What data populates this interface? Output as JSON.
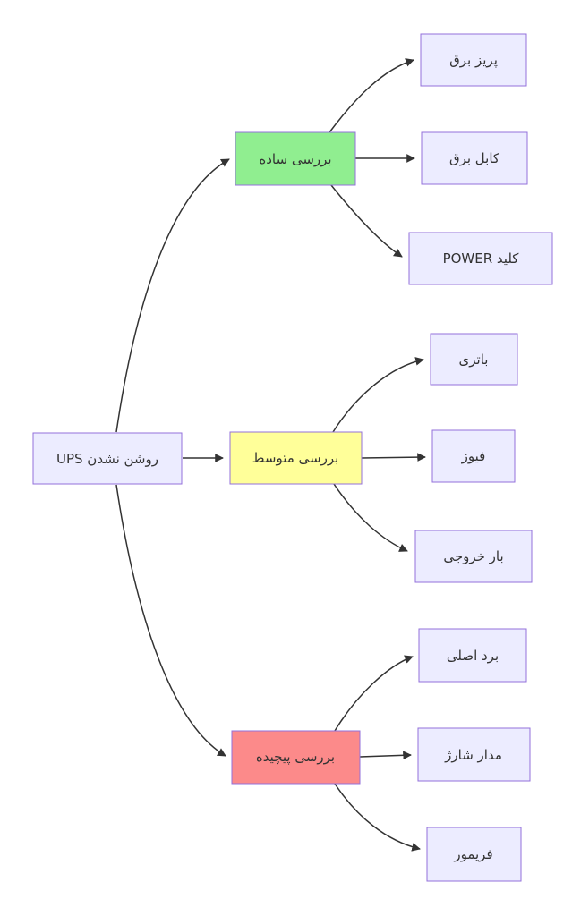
{
  "diagram": {
    "type": "flowchart",
    "orientation": "left-to-right",
    "text_direction": "rtl",
    "colors": {
      "background": "#ffffff",
      "node_border": "#9370DB",
      "default_node_fill": "#ECECFF",
      "simple_fill": "#90EE90",
      "medium_fill": "#FFFF99",
      "complex_fill": "#FC8A8A",
      "edge_color": "#333333",
      "text_color": "#333333"
    }
  },
  "nodes": {
    "root": {
      "label": "روشن نشدن UPS",
      "fill": "#ECECFF"
    },
    "simple": {
      "label": "بررسی ساده",
      "fill": "#90EE90"
    },
    "medium": {
      "label": "بررسی متوسط",
      "fill": "#FFFF99"
    },
    "complex": {
      "label": "بررسی پیچیده",
      "fill": "#FC8A8A"
    },
    "outlet": {
      "label": "پریز برق",
      "fill": "#ECECFF"
    },
    "cable": {
      "label": "کابل برق",
      "fill": "#ECECFF"
    },
    "power_button": {
      "label": "کلید POWER",
      "fill": "#ECECFF"
    },
    "battery": {
      "label": "باتری",
      "fill": "#ECECFF"
    },
    "fuse": {
      "label": "فیوز",
      "fill": "#ECECFF"
    },
    "output_load": {
      "label": "بار خروجی",
      "fill": "#ECECFF"
    },
    "main_board": {
      "label": "برد اصلی",
      "fill": "#ECECFF"
    },
    "charge_circuit": {
      "label": "مدار شارژ",
      "fill": "#ECECFF"
    },
    "firmware": {
      "label": "فریمور",
      "fill": "#ECECFF"
    }
  },
  "edges": [
    {
      "from": "root",
      "to": "simple"
    },
    {
      "from": "root",
      "to": "medium"
    },
    {
      "from": "root",
      "to": "complex"
    },
    {
      "from": "simple",
      "to": "outlet"
    },
    {
      "from": "simple",
      "to": "cable"
    },
    {
      "from": "simple",
      "to": "power_button"
    },
    {
      "from": "medium",
      "to": "battery"
    },
    {
      "from": "medium",
      "to": "fuse"
    },
    {
      "from": "medium",
      "to": "output_load"
    },
    {
      "from": "complex",
      "to": "main_board"
    },
    {
      "from": "complex",
      "to": "charge_circuit"
    },
    {
      "from": "complex",
      "to": "firmware"
    }
  ]
}
